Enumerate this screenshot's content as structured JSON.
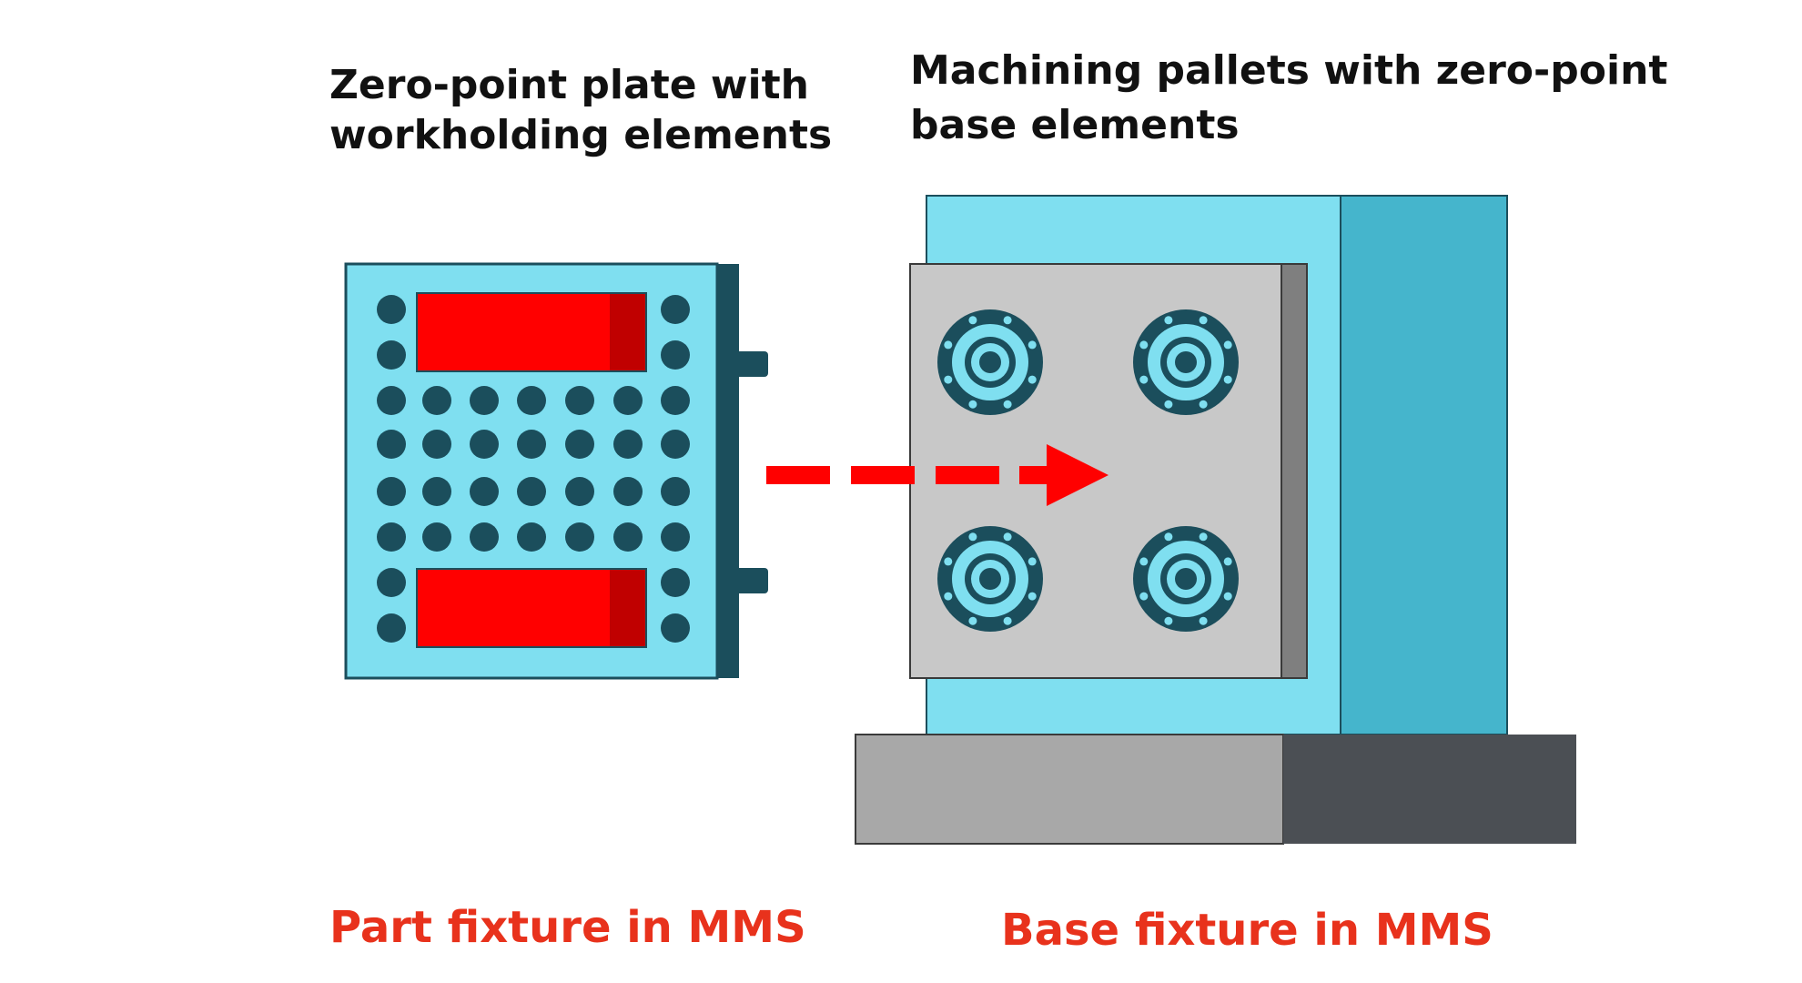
{
  "labels": {
    "plate_title_line1": "Zero-point plate with",
    "plate_title_line2": "workholding elements",
    "pallet_title_line1": "Machining pallets with zero-point",
    "pallet_title_line2": "base elements",
    "part_fixture": "Part fixture in MMS",
    "base_fixture": "Base fixture in MMS"
  },
  "colors": {
    "cyan_light": "#7FDFF0",
    "cyan_dark": "#45B5CC",
    "navy": "#1B4E5C",
    "red": "#FF0000",
    "red_dark": "#C00000",
    "caption_red": "#E8321C",
    "pallet_grey": "#C8C8C8",
    "pallet_edge": "#7F7F7F",
    "base_grey": "#A8A8A8",
    "base_dark": "#4B4F54",
    "clamp_ring": "#1B4E5C",
    "clamp_inner": "#7FDFF0"
  },
  "icons": {
    "arrow": "dashed-arrow-right",
    "clamp": "zero-point-clamp"
  }
}
